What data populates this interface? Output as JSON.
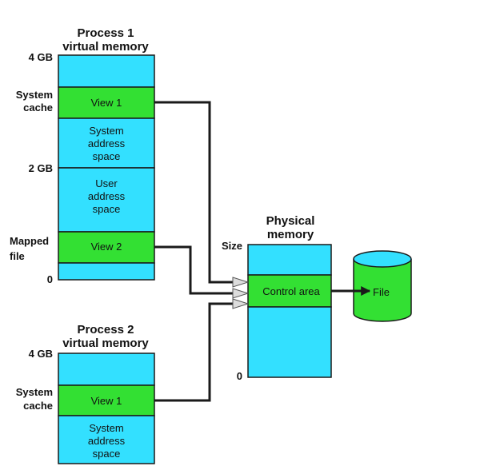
{
  "process1": {
    "title_line1": "Process 1",
    "title_line2": "virtual memory",
    "label_4gb": "4 GB",
    "label_system_cache_line1": "System",
    "label_system_cache_line2": "cache",
    "label_2gb": "2 GB",
    "label_mapped_file_line1": "Mapped",
    "label_mapped_file_line2": "file",
    "label_0": "0",
    "view1": "View 1",
    "system_space_line1": "System",
    "system_space_line2": "address",
    "system_space_line3": "space",
    "user_space_line1": "User",
    "user_space_line2": "address",
    "user_space_line3": "space",
    "view2": "View 2"
  },
  "process2": {
    "title_line1": "Process 2",
    "title_line2": "virtual memory",
    "label_4gb": "4 GB",
    "label_system_cache_line1": "System",
    "label_system_cache_line2": "cache",
    "view1": "View 1",
    "system_space_line1": "System",
    "system_space_line2": "address",
    "system_space_line3": "space"
  },
  "physical": {
    "title_line1": "Physical",
    "title_line2": "memory",
    "label_size": "Size",
    "label_0": "0",
    "control_area": "Control area"
  },
  "file": {
    "label": "File"
  },
  "colors": {
    "cyan": "#33e0ff",
    "green": "#33e033",
    "stroke": "#1a1a1a"
  }
}
